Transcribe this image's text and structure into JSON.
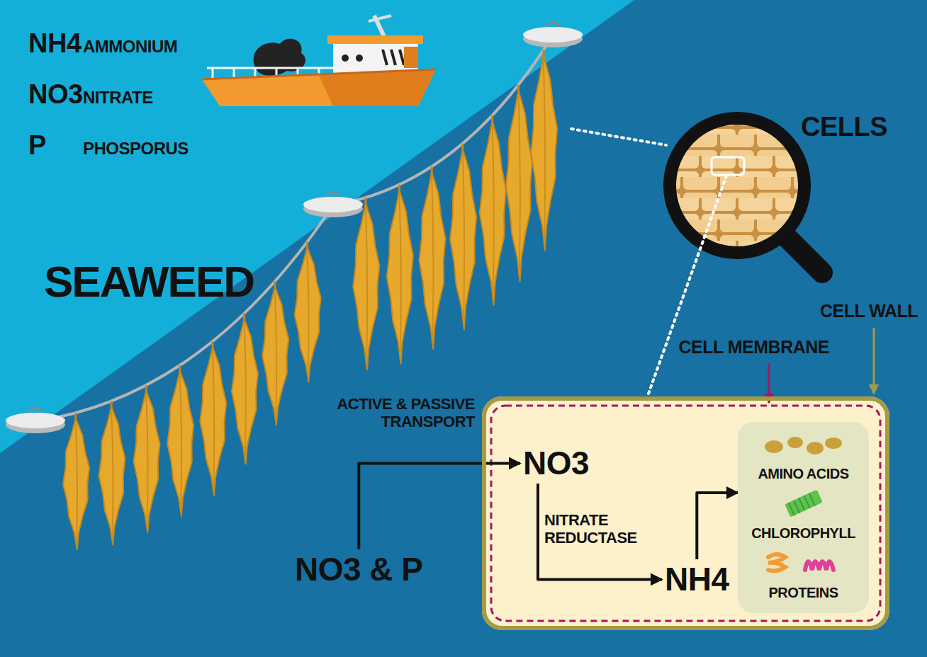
{
  "diagram": {
    "nodes": [
      {
        "text": [
          "CELL WALL"
        ]
      },
      {
        "text": [
          "NO3"
        ],
        "in": 0
      },
      {
        "text": [
          "NH4"
        ],
        "in": 0
      },
      {
        "text": [
          "AMINO ACIDS",
          "CHLOROPHYLL",
          "PROTEINS"
        ],
        "in": 0
      },
      {
        "text": [
          "NO3 & P"
        ]
      }
    ],
    "edges": [
      {
        "from": 4,
        "to": 1,
        "arrow": "to",
        "label": "ACTIVE & PASSIVE TRANSPORT"
      },
      {
        "from": 1,
        "to": 2,
        "arrow": "to",
        "label": "NITRATE REDUCTASE"
      },
      {
        "from": 2,
        "to": 3,
        "arrow": "to"
      }
    ],
    "labels": [
      "NH4",
      "AMMONIUM",
      "NO3",
      "NITRATE",
      "P",
      "PHOSPORUS",
      "SEAWEED",
      "CELLS",
      "CELL MEMBRANE"
    ]
  }
}
